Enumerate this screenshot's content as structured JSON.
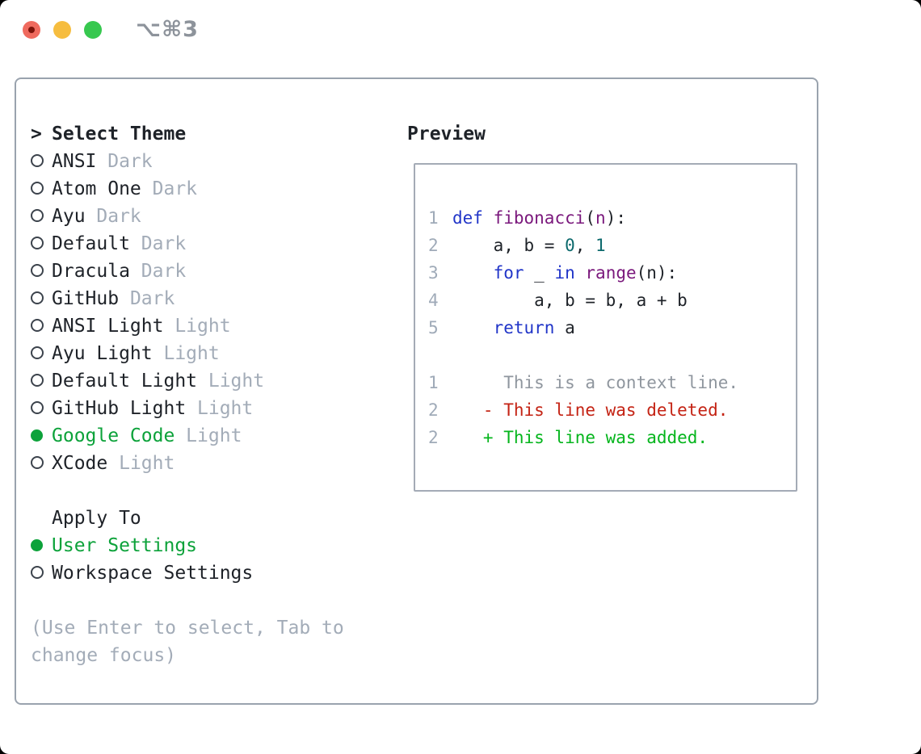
{
  "window": {
    "title_shortcut": "⌥⌘3"
  },
  "traffic_lights": {
    "close_color": "#ef6a5e",
    "close_dot_color": "#7c130a",
    "minimize_color": "#f6bd3f",
    "zoom_color": "#37c84f"
  },
  "theme_panel": {
    "header": {
      "marker": ">",
      "label": "Select Theme"
    },
    "items": [
      {
        "name": "ANSI",
        "variant": "Dark",
        "selected": false
      },
      {
        "name": "Atom One",
        "variant": "Dark",
        "selected": false
      },
      {
        "name": "Ayu",
        "variant": "Dark",
        "selected": false
      },
      {
        "name": "Default",
        "variant": "Dark",
        "selected": false
      },
      {
        "name": "Dracula",
        "variant": "Dark",
        "selected": false
      },
      {
        "name": "GitHub",
        "variant": "Dark",
        "selected": false
      },
      {
        "name": "ANSI Light",
        "variant": "Light",
        "selected": false
      },
      {
        "name": "Ayu Light",
        "variant": "Light",
        "selected": false
      },
      {
        "name": "Default Light",
        "variant": "Light",
        "selected": false
      },
      {
        "name": "GitHub Light",
        "variant": "Light",
        "selected": false
      },
      {
        "name": "Google Code",
        "variant": "Light",
        "selected": true
      },
      {
        "name": "XCode",
        "variant": "Light",
        "selected": false
      }
    ],
    "apply_to": {
      "label": "Apply To",
      "options": [
        {
          "name": "User Settings",
          "selected": true
        },
        {
          "name": "Workspace Settings",
          "selected": false
        }
      ]
    },
    "hint_lines": [
      "(Use Enter to select, Tab to",
      "change focus)"
    ]
  },
  "preview": {
    "label": "Preview",
    "code_lines": [
      {
        "num": "1",
        "segments": [
          {
            "c": "keyword",
            "t": "def"
          },
          {
            "c": "plain",
            "t": " "
          },
          {
            "c": "function",
            "t": "fibonacci"
          },
          {
            "c": "plain",
            "t": "("
          },
          {
            "c": "function",
            "t": "n"
          },
          {
            "c": "plain",
            "t": "):"
          }
        ]
      },
      {
        "num": "2",
        "segments": [
          {
            "c": "plain",
            "t": "    a, b = "
          },
          {
            "c": "number",
            "t": "0"
          },
          {
            "c": "plain",
            "t": ", "
          },
          {
            "c": "number",
            "t": "1"
          }
        ]
      },
      {
        "num": "3",
        "segments": [
          {
            "c": "plain",
            "t": "    "
          },
          {
            "c": "keyword",
            "t": "for"
          },
          {
            "c": "plain",
            "t": " _ "
          },
          {
            "c": "keyword",
            "t": "in"
          },
          {
            "c": "plain",
            "t": " "
          },
          {
            "c": "function",
            "t": "range"
          },
          {
            "c": "plain",
            "t": "(n):"
          }
        ]
      },
      {
        "num": "4",
        "segments": [
          {
            "c": "plain",
            "t": "        a, b = b, a + b"
          }
        ]
      },
      {
        "num": "5",
        "segments": [
          {
            "c": "plain",
            "t": "    "
          },
          {
            "c": "keyword",
            "t": "return"
          },
          {
            "c": "plain",
            "t": " a"
          }
        ]
      }
    ],
    "diff_lines": [
      {
        "num": "1",
        "text": "     This is a context line.",
        "color": "context"
      },
      {
        "num": "2",
        "text": "   - This line was deleted.",
        "color": "diff_red"
      },
      {
        "num": "2",
        "text": "   + This line was added.",
        "color": "diff_green"
      }
    ]
  },
  "colors": {
    "plain": "#1e2228",
    "muted": "#a3acb8",
    "line_number": "#9faab8",
    "context": "#8f969e",
    "keyword": "#2135c8",
    "function": "#7a187c",
    "number": "#0d6a6d",
    "green": "#0ca23a",
    "diff_red": "#c42314",
    "diff_green": "#04b51c",
    "title_gray": "#8d939b"
  }
}
